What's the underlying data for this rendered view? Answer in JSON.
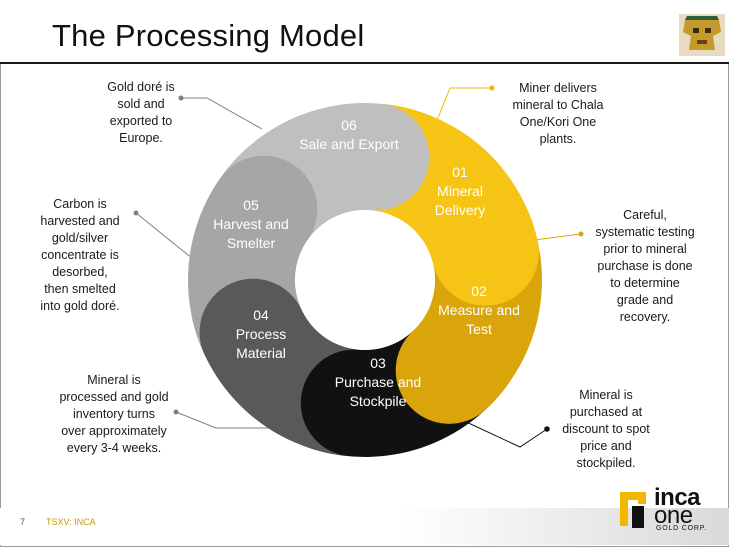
{
  "title": "The Processing Model",
  "footer": {
    "page_number": "7",
    "ticker": "TSXV: INCA"
  },
  "logo": {
    "line1": "inca",
    "line2": "one",
    "line3": "GOLD CORP."
  },
  "colors": {
    "seg1": "#f5c414",
    "seg2": "#d9a50a",
    "seg3": "#111111",
    "seg4": "#595959",
    "seg5": "#a6a6a6",
    "seg6": "#bfbfbf",
    "accent": "#f2b705"
  },
  "segments": [
    {
      "num": "01",
      "label1": "Mineral",
      "label2": "Delivery"
    },
    {
      "num": "02",
      "label1": "Measure and",
      "label2": "Test"
    },
    {
      "num": "03",
      "label1": "Purchase and",
      "label2": "Stockpile"
    },
    {
      "num": "04",
      "label1": "Process",
      "label2": "Material"
    },
    {
      "num": "05",
      "label1": "Harvest and",
      "label2": "Smelter"
    },
    {
      "num": "06",
      "label1": "Sale and Export",
      "label2": ""
    }
  ],
  "callouts": {
    "c1": "Miner delivers\nmineral to Chala\nOne/Kori One\nplants.",
    "c2": "Careful,\nsystematic testing\nprior to mineral\npurchase is done\nto determine\ngrade and\nrecovery.",
    "c3": "Mineral is\npurchased at\ndiscount to spot\nprice and\nstockpiled.",
    "c4": "Mineral is\nprocessed and gold\ninventory turns\nover approximately\nevery 3-4 weeks.",
    "c5": "Carbon is\nharvested and\ngold/silver\nconcentrate is\ndesorbed,\nthen smelted\ninto gold doré.",
    "c6": "Gold doré is\nsold and\nexported to\nEurope."
  }
}
